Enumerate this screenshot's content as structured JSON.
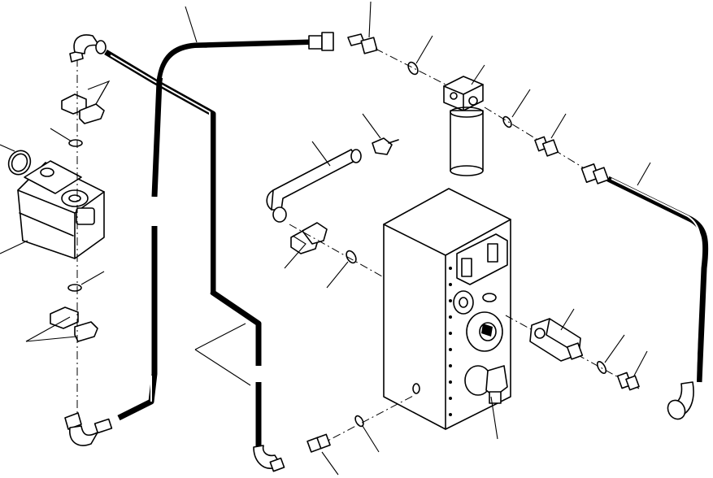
{
  "diagram": {
    "kind": "exploded hydraulic piping parts view",
    "callout_labels": "none printed",
    "parts": [
      {
        "name": "hydraulic-pump"
      },
      {
        "name": "pump-suction-elbow"
      },
      {
        "name": "pump-discharge-elbow"
      },
      {
        "name": "o-ring-large"
      },
      {
        "name": "flange-clamp-halves-upper"
      },
      {
        "name": "flange-clamp-halves-lower"
      },
      {
        "name": "long-suction-hose"
      },
      {
        "name": "upper-pressure-hose"
      },
      {
        "name": "elbow-fitting-top"
      },
      {
        "name": "line-filter"
      },
      {
        "name": "straight-adapter"
      },
      {
        "name": "filter-outlet-hose"
      },
      {
        "name": "short-tube-assembly"
      },
      {
        "name": "small-elbow-fitting"
      },
      {
        "name": "control-valve-body"
      },
      {
        "name": "relief-valve"
      },
      {
        "name": "straight-connector"
      },
      {
        "name": "lower-return-hose"
      }
    ]
  }
}
